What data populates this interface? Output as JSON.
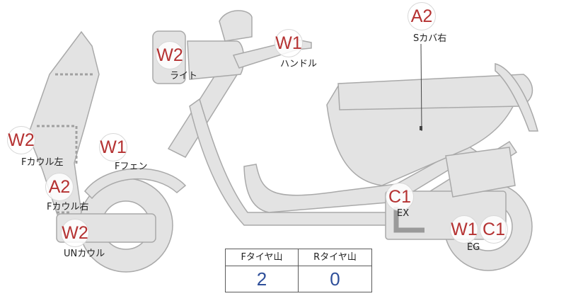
{
  "colors": {
    "part_fill": "#e3e3e3",
    "part_stroke": "#a9a9a9",
    "badge_text": "#b53232",
    "value_text": "#2e4f9a"
  },
  "callouts": [
    {
      "code": "A2",
      "label": "Sカバ右"
    },
    {
      "code": "W2",
      "label": "ライト"
    },
    {
      "code": "W1",
      "label": "ハンドル"
    },
    {
      "code": "W2",
      "label": "Fカウル左"
    },
    {
      "code": "W1",
      "label": "Fフェン"
    },
    {
      "code": "A2",
      "label": "Fカウル右"
    },
    {
      "code": "W2",
      "label": "UNカウル"
    },
    {
      "code": "C1",
      "label": "EX"
    },
    {
      "code": "W1",
      "label": ""
    },
    {
      "code": "C1",
      "label": "EG"
    }
  ],
  "tire_table": {
    "headers": [
      "Fタイヤ山",
      "Rタイヤ山"
    ],
    "values": [
      "2",
      "0"
    ]
  }
}
